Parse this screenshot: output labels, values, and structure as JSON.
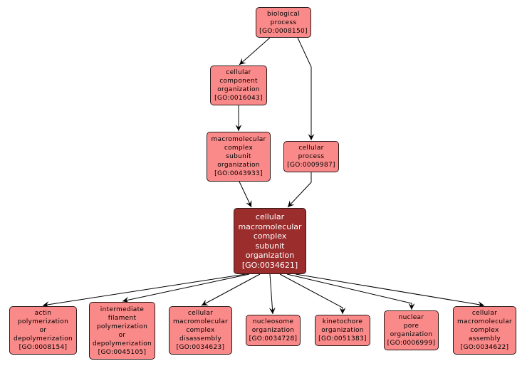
{
  "graph": {
    "title": "GO term ancestry graph",
    "colors": {
      "node_fill": "#fa8a89",
      "focus_fill": "#9b2d2d",
      "border": "#2b1a1a",
      "edge": "#000000"
    },
    "nodes": [
      {
        "id": "GO:0008150",
        "lines": [
          "biological",
          "process",
          "[GO:0008150]"
        ],
        "focus": false
      },
      {
        "id": "GO:0016043",
        "lines": [
          "cellular",
          "component",
          "organization",
          "[GO:0016043]"
        ],
        "focus": false
      },
      {
        "id": "GO:0043933",
        "lines": [
          "macromolecular",
          "complex",
          "subunit",
          "organization",
          "[GO:0043933]"
        ],
        "focus": false
      },
      {
        "id": "GO:0009987",
        "lines": [
          "cellular",
          "process",
          "[GO:0009987]"
        ],
        "focus": false
      },
      {
        "id": "GO:0034621",
        "lines": [
          "cellular",
          "macromolecular",
          "complex",
          "subunit",
          "organization",
          "[GO:0034621]"
        ],
        "focus": true
      },
      {
        "id": "GO:0008154",
        "lines": [
          "actin",
          "polymerization",
          "or",
          "depolymerization",
          "[GO:0008154]"
        ],
        "focus": false
      },
      {
        "id": "GO:0045105",
        "lines": [
          "intermediate",
          "filament",
          "polymerization",
          "or",
          "depolymerization",
          "[GO:0045105]"
        ],
        "focus": false
      },
      {
        "id": "GO:0034623",
        "lines": [
          "cellular",
          "macromolecular",
          "complex",
          "disassembly",
          "[GO:0034623]"
        ],
        "focus": false
      },
      {
        "id": "GO:0034728",
        "lines": [
          "nucleosome",
          "organization",
          "[GO:0034728]"
        ],
        "focus": false
      },
      {
        "id": "GO:0051383",
        "lines": [
          "kinetochore",
          "organization",
          "[GO:0051383]"
        ],
        "focus": false
      },
      {
        "id": "GO:0006999",
        "lines": [
          "nuclear",
          "pore",
          "organization",
          "[GO:0006999]"
        ],
        "focus": false
      },
      {
        "id": "GO:0034622",
        "lines": [
          "cellular",
          "macromolecular",
          "complex",
          "assembly",
          "[GO:0034622]"
        ],
        "focus": false
      }
    ],
    "edges": [
      {
        "from": "GO:0008150",
        "to": "GO:0016043"
      },
      {
        "from": "GO:0008150",
        "to": "GO:0009987"
      },
      {
        "from": "GO:0016043",
        "to": "GO:0043933"
      },
      {
        "from": "GO:0043933",
        "to": "GO:0034621"
      },
      {
        "from": "GO:0009987",
        "to": "GO:0034621"
      },
      {
        "from": "GO:0034621",
        "to": "GO:0008154"
      },
      {
        "from": "GO:0034621",
        "to": "GO:0045105"
      },
      {
        "from": "GO:0034621",
        "to": "GO:0034623"
      },
      {
        "from": "GO:0034621",
        "to": "GO:0034728"
      },
      {
        "from": "GO:0034621",
        "to": "GO:0051383"
      },
      {
        "from": "GO:0034621",
        "to": "GO:0006999"
      },
      {
        "from": "GO:0034621",
        "to": "GO:0034622"
      }
    ]
  }
}
